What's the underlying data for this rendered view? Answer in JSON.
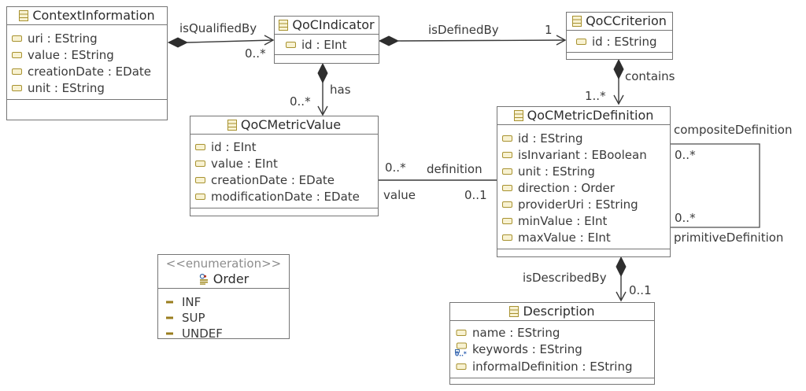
{
  "classes": {
    "contextInformation": {
      "title": "ContextInformation",
      "attributes": [
        "uri : EString",
        "value : EString",
        "creationDate : EDate",
        "unit : EString"
      ]
    },
    "qocIndicator": {
      "title": "QoCIndicator",
      "attributes": [
        "id : EInt"
      ]
    },
    "qocCriterion": {
      "title": "QoCCriterion",
      "attributes": [
        "id : EString"
      ]
    },
    "qocMetricValue": {
      "title": "QoCMetricValue",
      "attributes": [
        "id : EInt",
        "value : EInt",
        "creationDate : EDate",
        "modificationDate : EDate"
      ]
    },
    "qocMetricDefinition": {
      "title": "QoCMetricDefinition",
      "attributes": [
        "id : EString",
        "isInvariant : EBoolean",
        "unit : EString",
        "direction : Order",
        "providerUri : EString",
        "minValue : EInt",
        "maxValue : EInt"
      ]
    },
    "description": {
      "title": "Description",
      "attributes": [
        "name : EString",
        "keywords : EString",
        "informalDefinition : EString"
      ],
      "keywords_badge": "0..*"
    }
  },
  "enumeration": {
    "stereotype": "<<enumeration>>",
    "title": "Order",
    "literals": [
      "INF",
      "SUP",
      "UNDEF"
    ]
  },
  "edges": {
    "isQualifiedBy": {
      "label": "isQualifiedBy",
      "target_multiplicity": "0..*"
    },
    "isDefinedBy": {
      "label": "isDefinedBy",
      "target_multiplicity": "1"
    },
    "has": {
      "label": "has",
      "target_multiplicity": "0..*"
    },
    "contains": {
      "label": "contains",
      "target_multiplicity": "1..*"
    },
    "definitionValue": {
      "top_multiplicity": "0..*",
      "top_label": "definition",
      "bottom_label": "value",
      "bottom_multiplicity": "0..1"
    },
    "selfReference": {
      "top_label": "compositeDefinition",
      "top_multiplicity": "0..*",
      "bottom_multiplicity": "0..*",
      "bottom_label": "primitiveDefinition"
    },
    "isDescribedBy": {
      "label": "isDescribedBy",
      "target_multiplicity": "0..1"
    }
  },
  "colors": {
    "box_border": "#757575",
    "edge": "#3a3a3a",
    "icon_fill": "#f8f2d2",
    "icon_stroke": "#a89230",
    "badge_blue": "#2a5db0"
  }
}
